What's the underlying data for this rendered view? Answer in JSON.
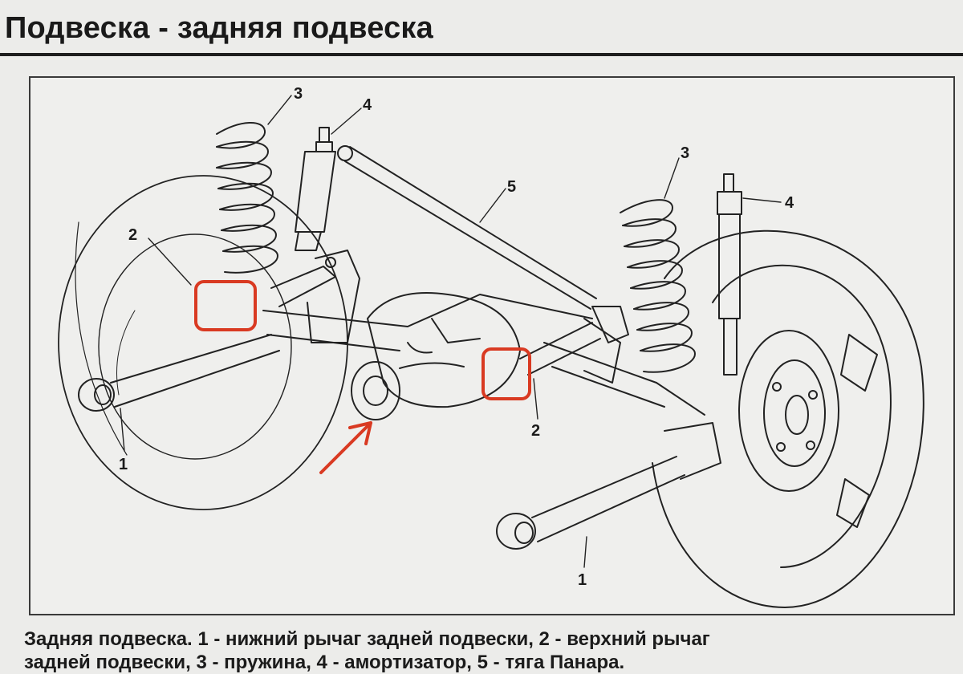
{
  "header": {
    "title": "Подвеска - задняя подвеска"
  },
  "figure": {
    "callouts": [
      "3",
      "4",
      "5",
      "2",
      "1",
      "3",
      "4",
      "2",
      "1"
    ]
  },
  "caption": {
    "line1": "Задняя подвеска. 1 - нижний рычаг задней подвески, 2 - верхний рычаг",
    "line2": "задней подвески, 3 - пружина, 4 - амортизатор, 5 - тяга Панара."
  },
  "colors": {
    "highlight": "#d93a22",
    "ink": "#1b1b1b",
    "paper": "#ececea"
  }
}
